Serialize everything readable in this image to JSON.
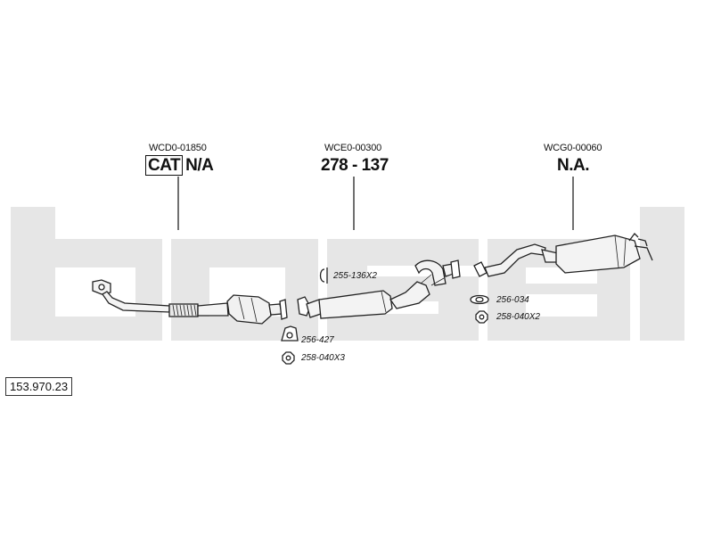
{
  "header_left": {
    "code": "WCD0-01850",
    "box_label": "CAT",
    "value": "N/A"
  },
  "header_mid": {
    "code": "WCE0-00300",
    "value": "278 - 137"
  },
  "header_right": {
    "code": "WCG0-00060",
    "value": "N.A."
  },
  "parts": {
    "clamp_mid": "255-136X2",
    "gasket_right": "256-034",
    "nut_right": "258-040X2",
    "gasket_left": "256-427",
    "nut_left": "258-040X3"
  },
  "catalog_number": "153.970.23",
  "watermark": "bosal",
  "colors": {
    "watermark": "#e6e6e6",
    "line": "#222222",
    "pipe_fill": "#f4f4f4"
  }
}
